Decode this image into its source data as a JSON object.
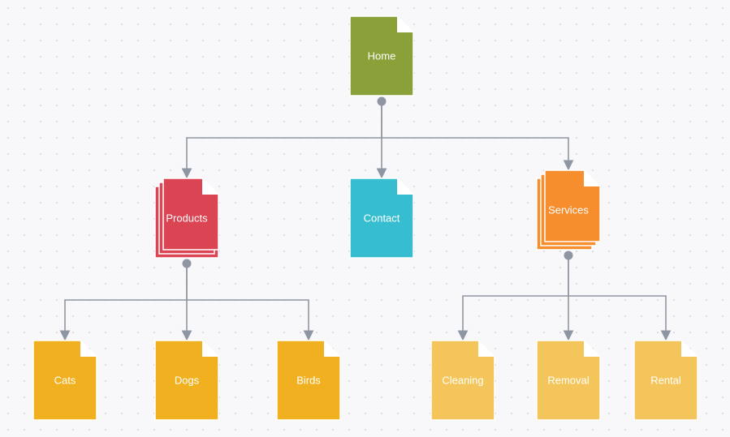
{
  "nodes": {
    "home": {
      "label": "Home",
      "color": "#8aa13a",
      "stacked": false
    },
    "products": {
      "label": "Products",
      "color": "#da4453",
      "stacked": true
    },
    "contact": {
      "label": "Contact",
      "color": "#36bed0",
      "stacked": false
    },
    "services": {
      "label": "Services",
      "color": "#f68e2e",
      "stacked": true
    },
    "cats": {
      "label": "Cats",
      "color": "#f0b020",
      "stacked": false
    },
    "dogs": {
      "label": "Dogs",
      "color": "#f0b020",
      "stacked": false
    },
    "birds": {
      "label": "Birds",
      "color": "#f0b020",
      "stacked": false
    },
    "cleaning": {
      "label": "Cleaning",
      "color": "#f4c55a",
      "stacked": false
    },
    "removal": {
      "label": "Removal",
      "color": "#f4c55a",
      "stacked": false
    },
    "rental": {
      "label": "Rental",
      "color": "#f4c55a",
      "stacked": false
    }
  },
  "edges": [
    {
      "from": "home",
      "to": "products"
    },
    {
      "from": "home",
      "to": "contact"
    },
    {
      "from": "home",
      "to": "services"
    },
    {
      "from": "products",
      "to": "cats"
    },
    {
      "from": "products",
      "to": "dogs"
    },
    {
      "from": "products",
      "to": "birds"
    },
    {
      "from": "services",
      "to": "cleaning"
    },
    {
      "from": "services",
      "to": "removal"
    },
    {
      "from": "services",
      "to": "rental"
    }
  ],
  "connector_color": "#8f96a3"
}
